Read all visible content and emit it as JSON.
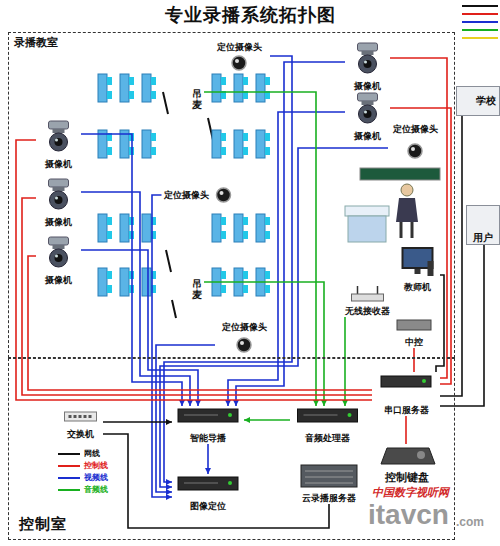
{
  "diagram": {
    "title": "专业录播系统拓扑图",
    "nodes": [
      {
        "text": [
          "录播教室"
        ]
      },
      {
        "text": [
          "控制室"
        ]
      },
      {
        "text": [
          "定位摄像头"
        ],
        "in": 0
      },
      {
        "text": [
          "摄像机"
        ],
        "in": 0
      },
      {
        "text": [
          "摄像机"
        ],
        "in": 0
      },
      {
        "text": [
          "定位摄像头"
        ],
        "in": 0
      },
      {
        "text": [
          "摄像机"
        ],
        "in": 0
      },
      {
        "text": [
          "摄像机"
        ],
        "in": 0
      },
      {
        "text": [
          "摄像机"
        ],
        "in": 0
      },
      {
        "text": [
          "吊麦"
        ],
        "in": 0
      },
      {
        "text": [
          "定位摄像头"
        ],
        "in": 0
      },
      {
        "text": [
          "吊麦"
        ],
        "in": 0
      },
      {
        "text": [
          "定位摄像头"
        ],
        "in": 0
      },
      {
        "text": [
          "教师机"
        ],
        "in": 0
      },
      {
        "text": [
          "无线接收器"
        ],
        "in": 0
      },
      {
        "text": [
          "中控"
        ],
        "in": 0
      },
      {
        "text": [
          "交换机"
        ],
        "in": 1
      },
      {
        "text": [
          "智能导播"
        ],
        "in": 1
      },
      {
        "text": [
          "音频处理器"
        ],
        "in": 1
      },
      {
        "text": [
          "串口服务器"
        ],
        "in": 1
      },
      {
        "text": [
          "图像定位"
        ],
        "in": 1
      },
      {
        "text": [
          "云录播服务器"
        ],
        "in": 1
      },
      {
        "text": [
          "控制键盘"
        ],
        "in": 1
      },
      {
        "text": [
          "学校"
        ]
      },
      {
        "text": [
          "用户"
        ]
      }
    ],
    "edges": [
      {
        "from": 6,
        "to": 17,
        "arrow": "to"
      },
      {
        "from": 7,
        "to": 17,
        "arrow": "to"
      },
      {
        "from": 8,
        "to": 17,
        "arrow": "to"
      },
      {
        "from": 3,
        "to": 17,
        "arrow": "to"
      },
      {
        "from": 4,
        "to": 17,
        "arrow": "to"
      },
      {
        "from": 2,
        "to": 20,
        "arrow": "to"
      },
      {
        "from": 5,
        "to": 20,
        "arrow": "to"
      },
      {
        "from": 10,
        "to": 20,
        "arrow": "to"
      },
      {
        "from": 12,
        "to": 20,
        "arrow": "to"
      },
      {
        "from": 9,
        "to": 18,
        "arrow": "to"
      },
      {
        "from": 11,
        "to": 18,
        "arrow": "to"
      },
      {
        "from": 14,
        "to": 18,
        "arrow": "to"
      },
      {
        "from": 18,
        "to": 17,
        "arrow": "to"
      },
      {
        "from": 17,
        "to": 20,
        "arrow": "to"
      },
      {
        "from": 3,
        "to": 19,
        "arrow": "none"
      },
      {
        "from": 4,
        "to": 19,
        "arrow": "none"
      },
      {
        "from": 6,
        "to": 19,
        "arrow": "none"
      },
      {
        "from": 7,
        "to": 19,
        "arrow": "none"
      },
      {
        "from": 8,
        "to": 19,
        "arrow": "none"
      },
      {
        "from": 15,
        "to": 19,
        "arrow": "none"
      },
      {
        "from": 22,
        "to": 19,
        "arrow": "none"
      },
      {
        "from": 16,
        "to": 17,
        "arrow": "to"
      },
      {
        "from": 16,
        "to": 21,
        "arrow": "none"
      },
      {
        "from": 13,
        "to": 19,
        "arrow": "none"
      },
      {
        "from": 23,
        "to": 19,
        "arrow": "none"
      },
      {
        "from": 24,
        "to": 19,
        "arrow": "none"
      }
    ],
    "labels": [
      "中国数字视听网",
      "itavcn",
      ".com"
    ],
    "legend": [
      {
        "text": "网线",
        "color": "#111111"
      },
      {
        "text": "控制线",
        "color": "#e0201a"
      },
      {
        "text": "视频线",
        "color": "#1a2fd0"
      },
      {
        "text": "音频线",
        "color": "#18b020"
      }
    ]
  }
}
